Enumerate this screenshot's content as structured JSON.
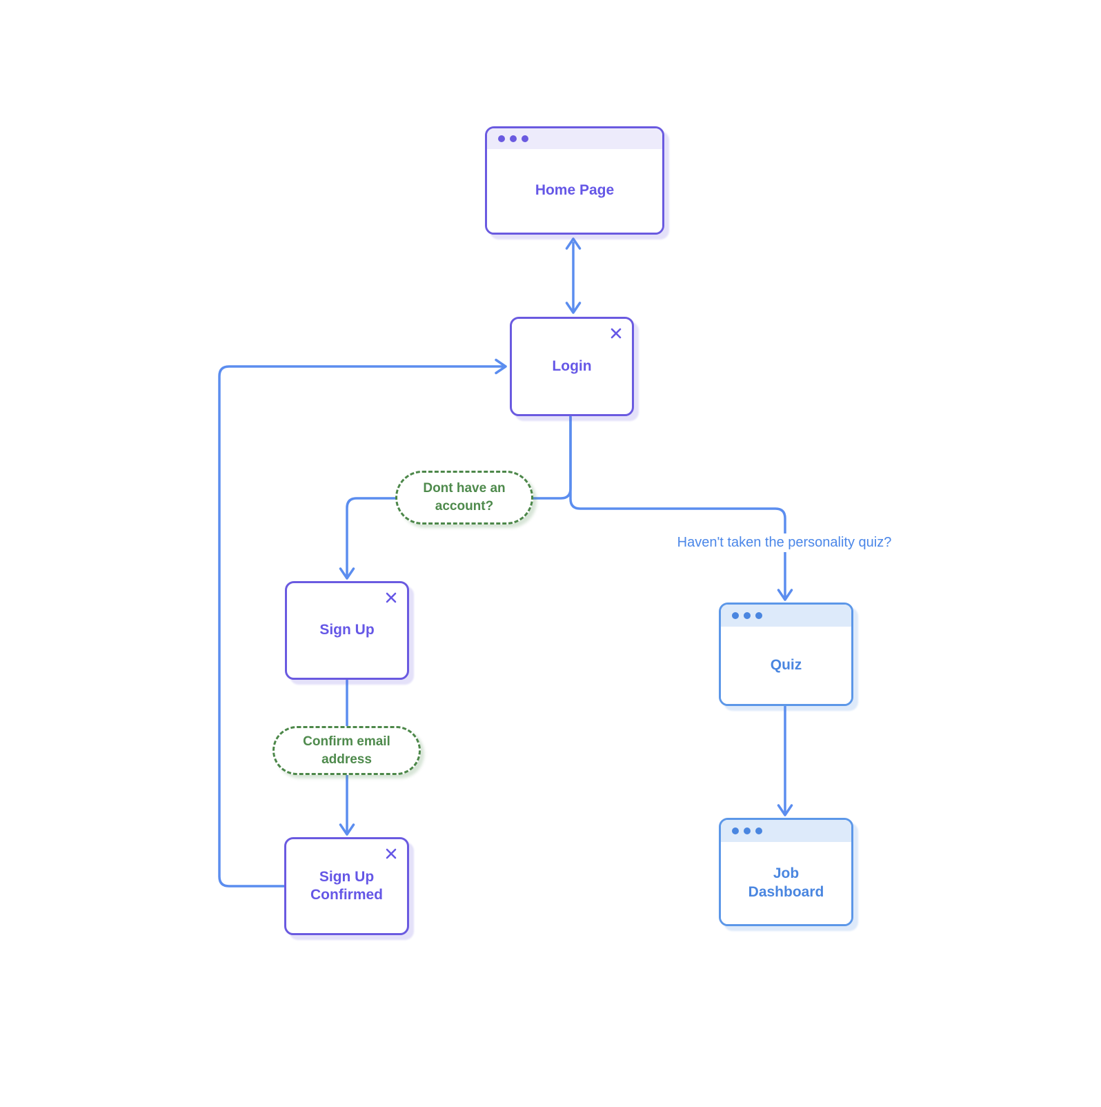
{
  "palette": {
    "purple": "#6A5AE0",
    "purple_text": "#6557E6",
    "purple_titlebar": "#EDEBFB",
    "blue_window_border": "#5C97E8",
    "blue_titlebar": "#DDEAFA",
    "blue_text": "#4A86E0",
    "connector_blue": "#5B8DEF",
    "green": "#4C8749",
    "canvas_bg": "#FFFFFF"
  },
  "nodes": {
    "home_page": {
      "label": "Home Page",
      "type": "browser-window"
    },
    "login": {
      "label": "Login",
      "type": "modal"
    },
    "sign_up": {
      "label": "Sign Up",
      "type": "modal"
    },
    "sign_up_confirmed": {
      "label": "Sign Up Confirmed",
      "type": "modal"
    },
    "quiz": {
      "label": "Quiz",
      "type": "browser-window"
    },
    "job_dashboard": {
      "label": "Job Dashboard",
      "type": "browser-window"
    }
  },
  "decisions": {
    "no_account": {
      "label": "Dont have an account?"
    },
    "confirm_email": {
      "label": "Confirm email address"
    }
  },
  "edge_labels": {
    "personality_quiz": "Haven't taken the personality quiz?"
  },
  "edges": [
    {
      "from": "home_page",
      "to": "login",
      "bidirectional": true
    },
    {
      "from": "login",
      "to": "sign_up",
      "via": "no_account"
    },
    {
      "from": "login",
      "to": "quiz",
      "label": "Haven't taken the personality quiz?"
    },
    {
      "from": "sign_up",
      "to": "sign_up_confirmed",
      "via": "confirm_email"
    },
    {
      "from": "sign_up_confirmed",
      "to": "login"
    },
    {
      "from": "quiz",
      "to": "job_dashboard"
    }
  ],
  "icons": {
    "close": "✕",
    "window_dots": "●●●"
  }
}
